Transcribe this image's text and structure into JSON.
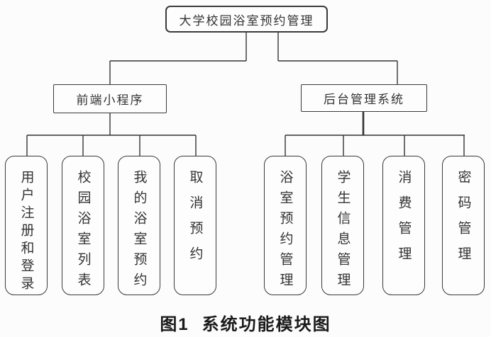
{
  "figure": {
    "root": "大学校园浴室预约管理",
    "branches": [
      {
        "label": "前端小程序",
        "children": [
          "用户注册和登录",
          "校园浴室列表",
          "我的浴室预约",
          "取消预约"
        ]
      },
      {
        "label": "后台管理系统",
        "children": [
          "浴室预约管理",
          "学生信息管理",
          "消费管理",
          "密码管理"
        ]
      }
    ],
    "caption": {
      "number": "图1",
      "title": "系统功能模块图"
    }
  },
  "colors": {
    "line": "#333333",
    "box_border": "#3a3a3a",
    "background": "#fcfcfc",
    "caption_text": "#1a1a1a"
  }
}
